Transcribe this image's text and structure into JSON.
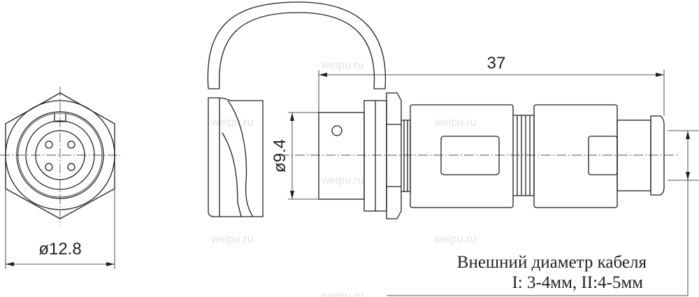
{
  "dimensions": {
    "hex_diameter": "ø12.8",
    "body_diameter": "ø9.4",
    "length": "37"
  },
  "note": {
    "line1": "Внешний диаметр кабеля",
    "line2": "I: 3-4мм,  II:4-5мм"
  },
  "watermark": "weipu.ru",
  "colors": {
    "line": "#231f20",
    "watermark": "#e3e3e3"
  }
}
